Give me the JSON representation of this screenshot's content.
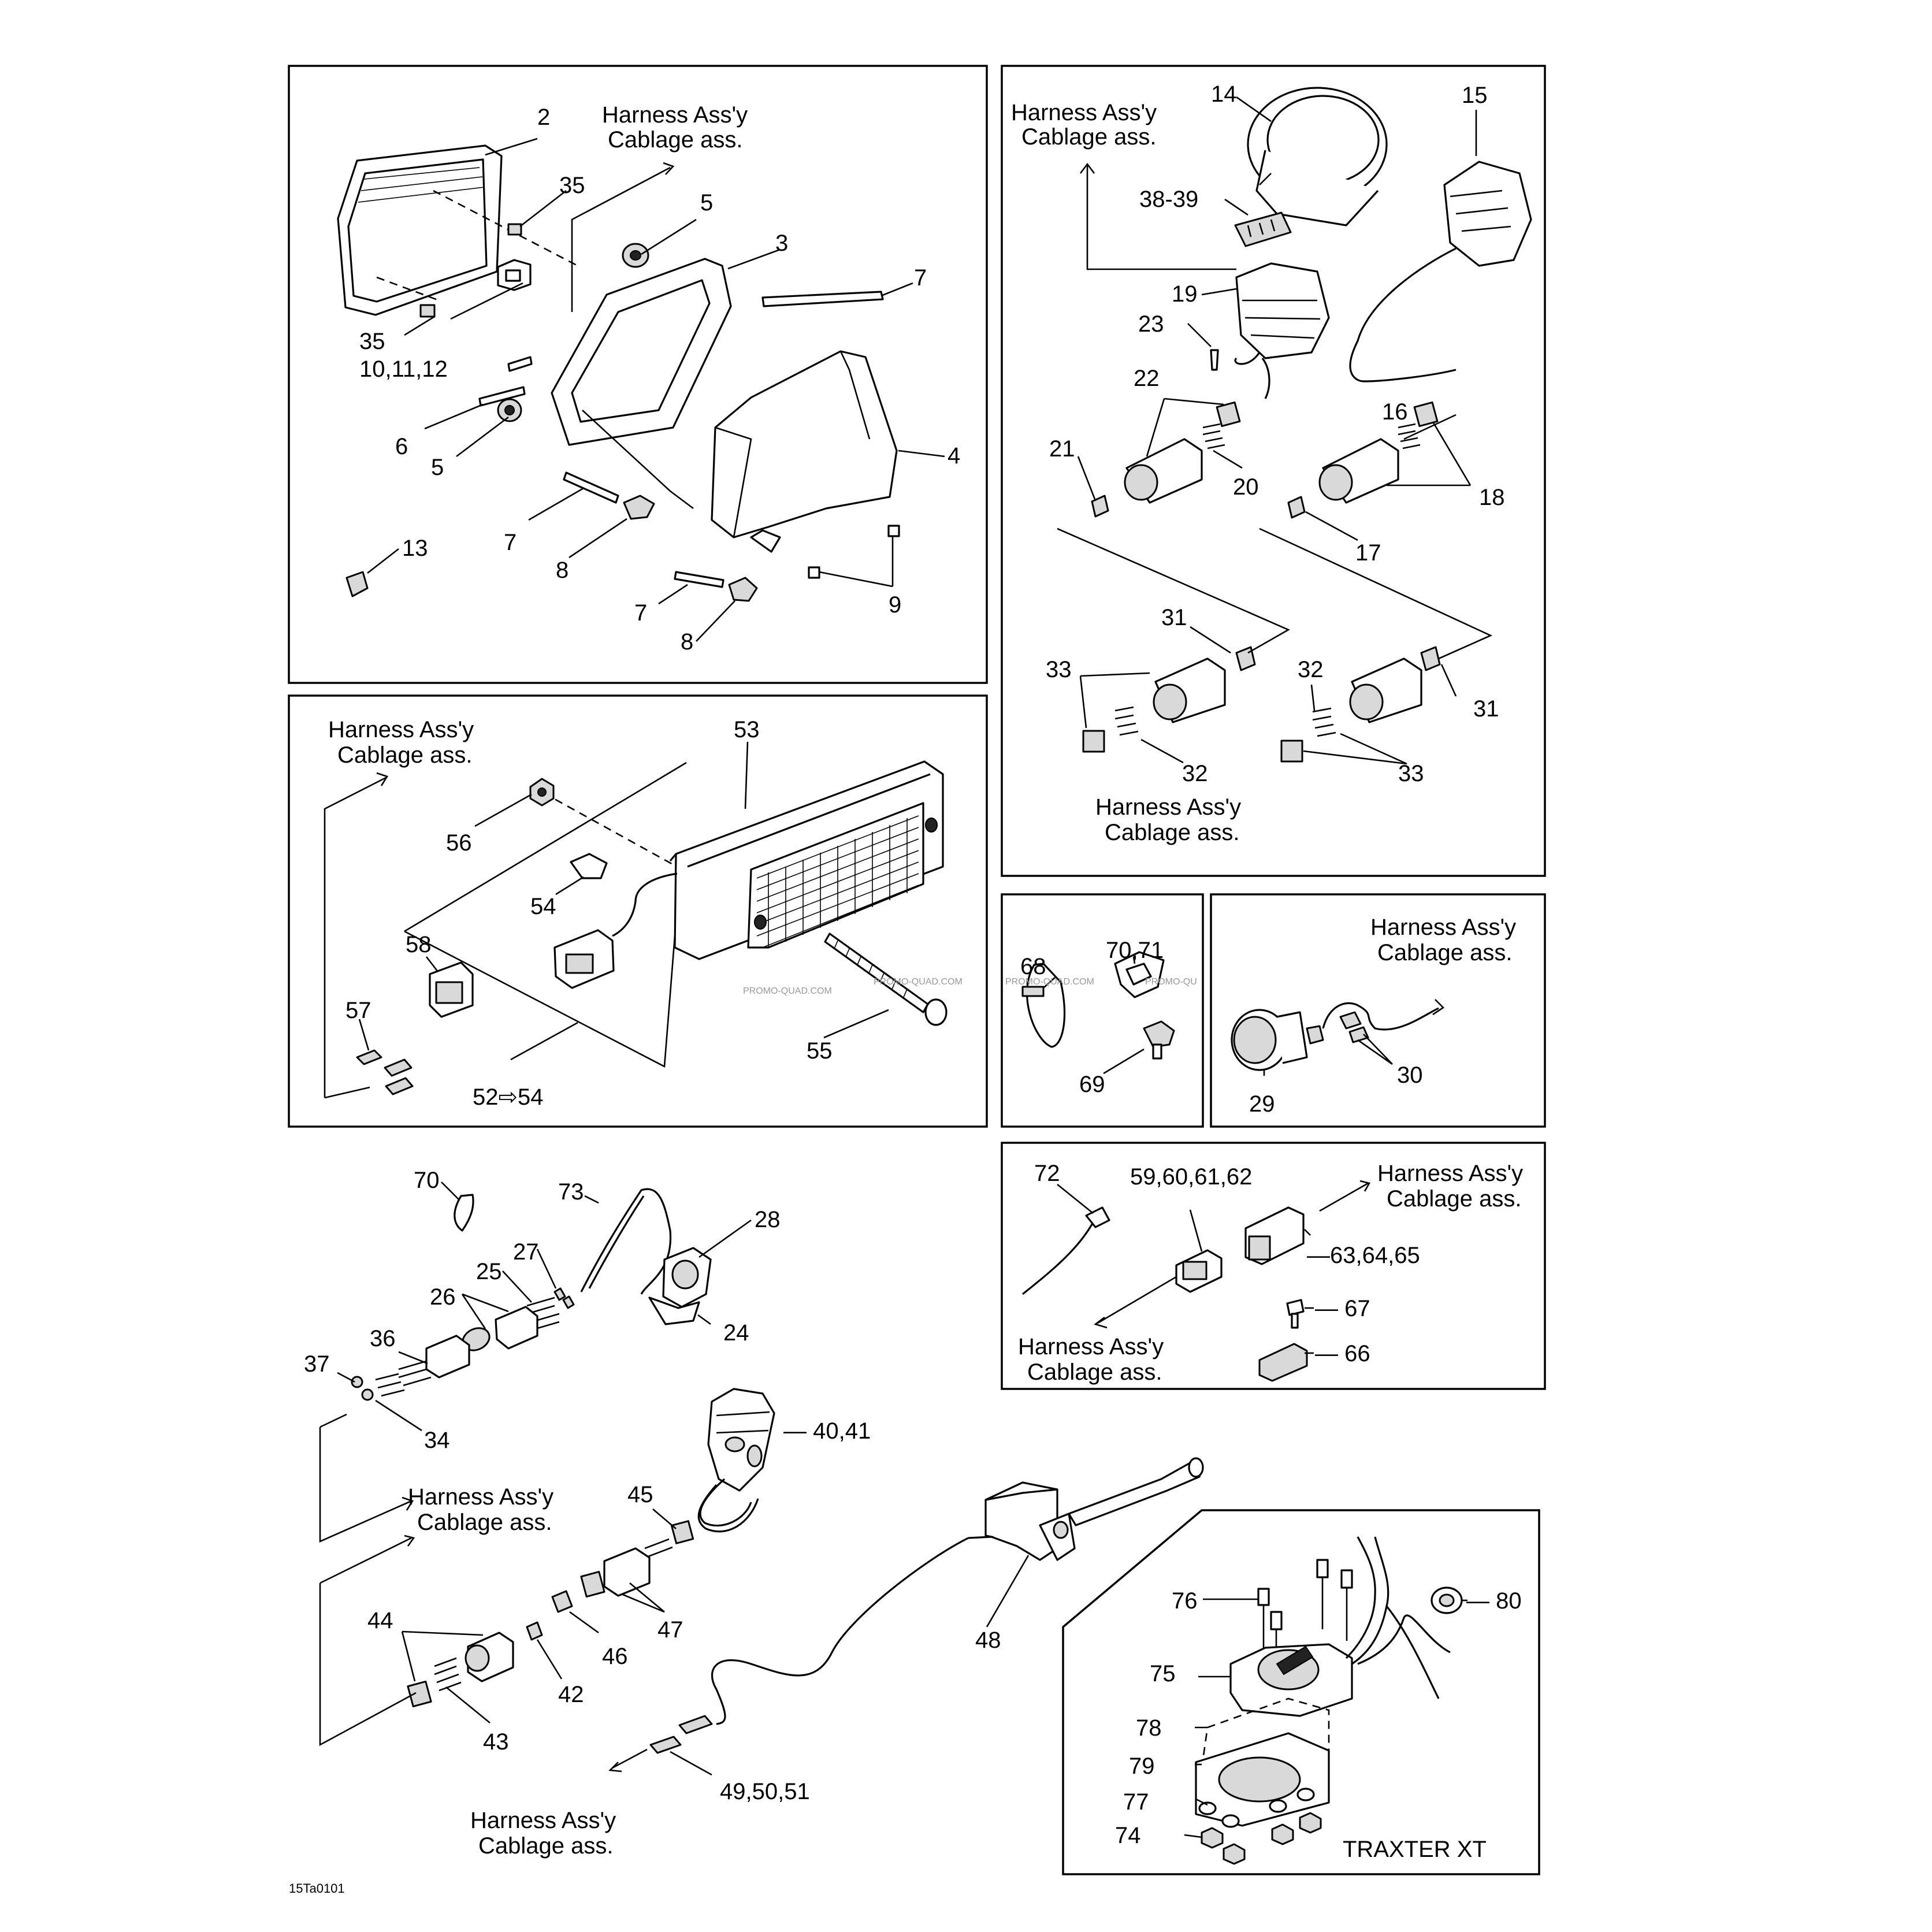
{
  "harness_label": {
    "en": "Harness Ass'y",
    "fr": "Cablage ass."
  },
  "traxter_label": "TRAXTER XT",
  "footer_code": "15Ta0101",
  "watermarks": [
    "PROMO-QUAD.COM",
    "PROMO-QUAD.COM",
    "PROMO-QUAD.COM",
    "PROMO-QU"
  ],
  "callouts": {
    "c2": "2",
    "c35a": "35",
    "c35b": "35",
    "c10": "10,11,12",
    "c5a": "5",
    "c3": "3",
    "c7a": "7",
    "c6": "6",
    "c5b": "5",
    "c4": "4",
    "c7b": "7",
    "c8a": "8",
    "c13": "13",
    "c9": "9",
    "c7c": "7",
    "c8b": "8",
    "c14": "14",
    "c15": "15",
    "c3839": "38-39",
    "c19": "19",
    "c23": "23",
    "c22": "22",
    "c21": "21",
    "c20": "20",
    "c16": "16",
    "c18": "18",
    "c17": "17",
    "c31a": "31",
    "c33a": "33",
    "c32a": "32",
    "c32b": "32",
    "c31b": "31",
    "c33b": "33",
    "c53": "53",
    "c56": "56",
    "c54": "54",
    "c58": "58",
    "c57": "57",
    "c55": "55",
    "c5254": "52⇨54",
    "c68": "68",
    "c7071": "70,71",
    "c69": "69",
    "c29": "29",
    "c30": "30",
    "c72": "72",
    "c5962": "59,60,61,62",
    "c6365": "—63,64,65",
    "c67": "— 67",
    "c66": "— 66",
    "c70": "70",
    "c73": "73",
    "c28": "28",
    "c27": "27",
    "c25": "25",
    "c26": "26",
    "c24": "24",
    "c36": "36",
    "c37": "37",
    "c34": "34",
    "c4041": "— 40,41",
    "c45": "45",
    "c47": "47",
    "c46": "46",
    "c44": "44",
    "c42": "42",
    "c43": "43",
    "c48": "48",
    "c495051": "49,50,51",
    "c76": "76",
    "c80": "— 80",
    "c75": "75",
    "c78": "78",
    "c79": "79",
    "c77": "77",
    "c74": "74"
  }
}
